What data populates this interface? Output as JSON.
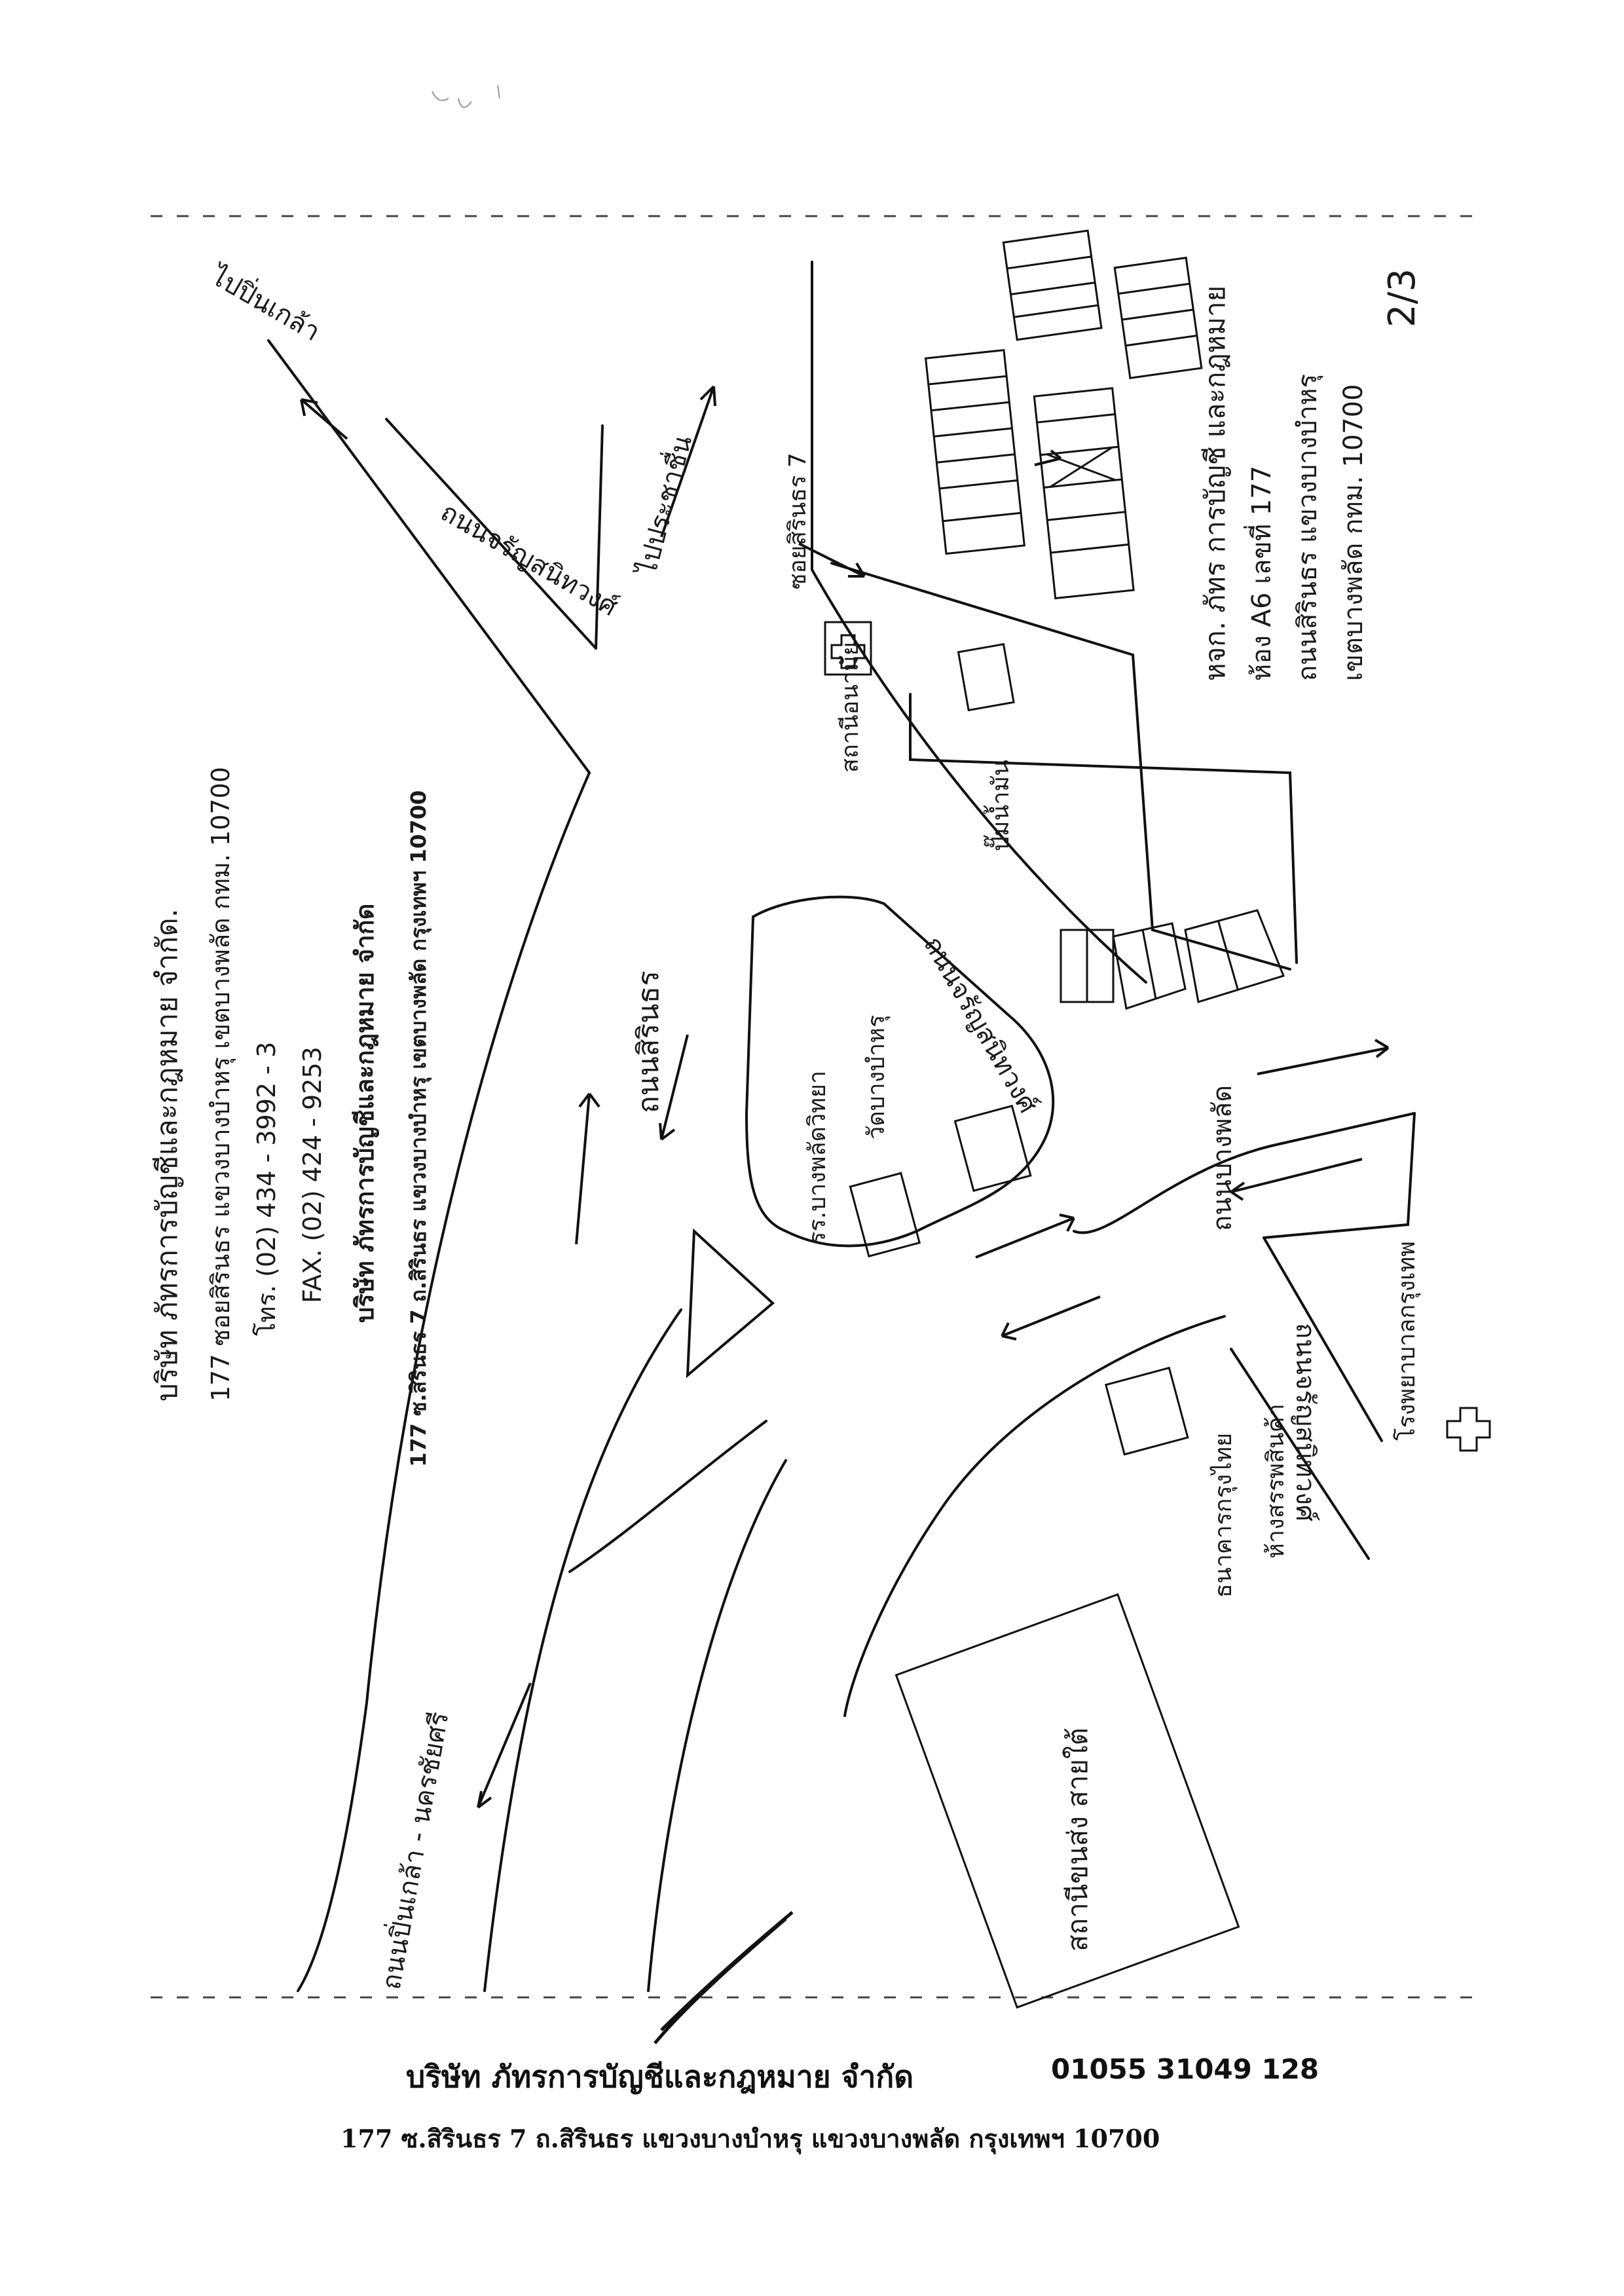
{
  "page_number": "2/3",
  "company_block": {
    "line1": "บริษัท ภัทรการบัญชีและกฎหมาย จำกัด.",
    "line2": "177 ซอยสิรินธร แขวงบางบำหรุ เขตบางพลัด กทม. 10700",
    "line3": "โทร. (02) 434 - 3992 - 3",
    "line4": "FAX. (02) 424 - 9253",
    "stamp_name": "บริษัท ภัทรการบัญชีและกฎหมาย จำกัด",
    "stamp_addr": "177 ซ.สิรินธร 7 ถ.สิรินธร แขวงบางบำหรุ เขตบางพลัด กรุงเทพฯ 10700"
  },
  "destination_block": {
    "line1": "หจก. ภัทร การบัญชี และกฎหมาย",
    "line2": "ห้อง A6 เลขที่ 177",
    "line3": "ถนนสิรินธร แขวงบางบำหรุ",
    "line4": "เขตบางพลัด กทม. 10700"
  },
  "map_labels": {
    "to_pinklao": "ไปปิ่นเกล้า",
    "charan_upper": "ถนนจรัญสนิทวงศ์",
    "to_pracha_chuen": "ไปประชาชื่น",
    "soi_sirindhorn": "ซอยสิรินธร 7",
    "sirindhorn_road": "ถนนสิรินธร",
    "charan_middle": "ถนนจรัญสนิทวงศ์",
    "school": "รร.บางพลัดวิทยา",
    "temple": "วัดบางบำหรุ",
    "hospital_right": "โรงพยาบาลกรุงเทพ",
    "bang_phlat_road": "ถนนบางพลัด",
    "charan_lower": "ถนนจรัญสนิทวงศ์",
    "bank": "ธนาคารกรุงไทย",
    "market": "ห้างสรรพสินค้า",
    "petrol": "ปั๊มน้ำมัน",
    "clinic": "สถานีอนามัย",
    "bus_terminal": "สถานีขนส่ง สายใต้",
    "to_nakhon_chaisi": "ถนนปิ่นเกล้า - นครชัยศรี"
  },
  "footer": {
    "company_name": "บริษัท  ภัทรการบัญชีและกฎหมาย  จำกัด",
    "registration": "01055 31049 128",
    "address": "177 ซ.สิรินธร 7 ถ.สิรินธร แขวงบางบำหรุ แขวงบางพลัด กรุงเทพฯ 10700"
  }
}
